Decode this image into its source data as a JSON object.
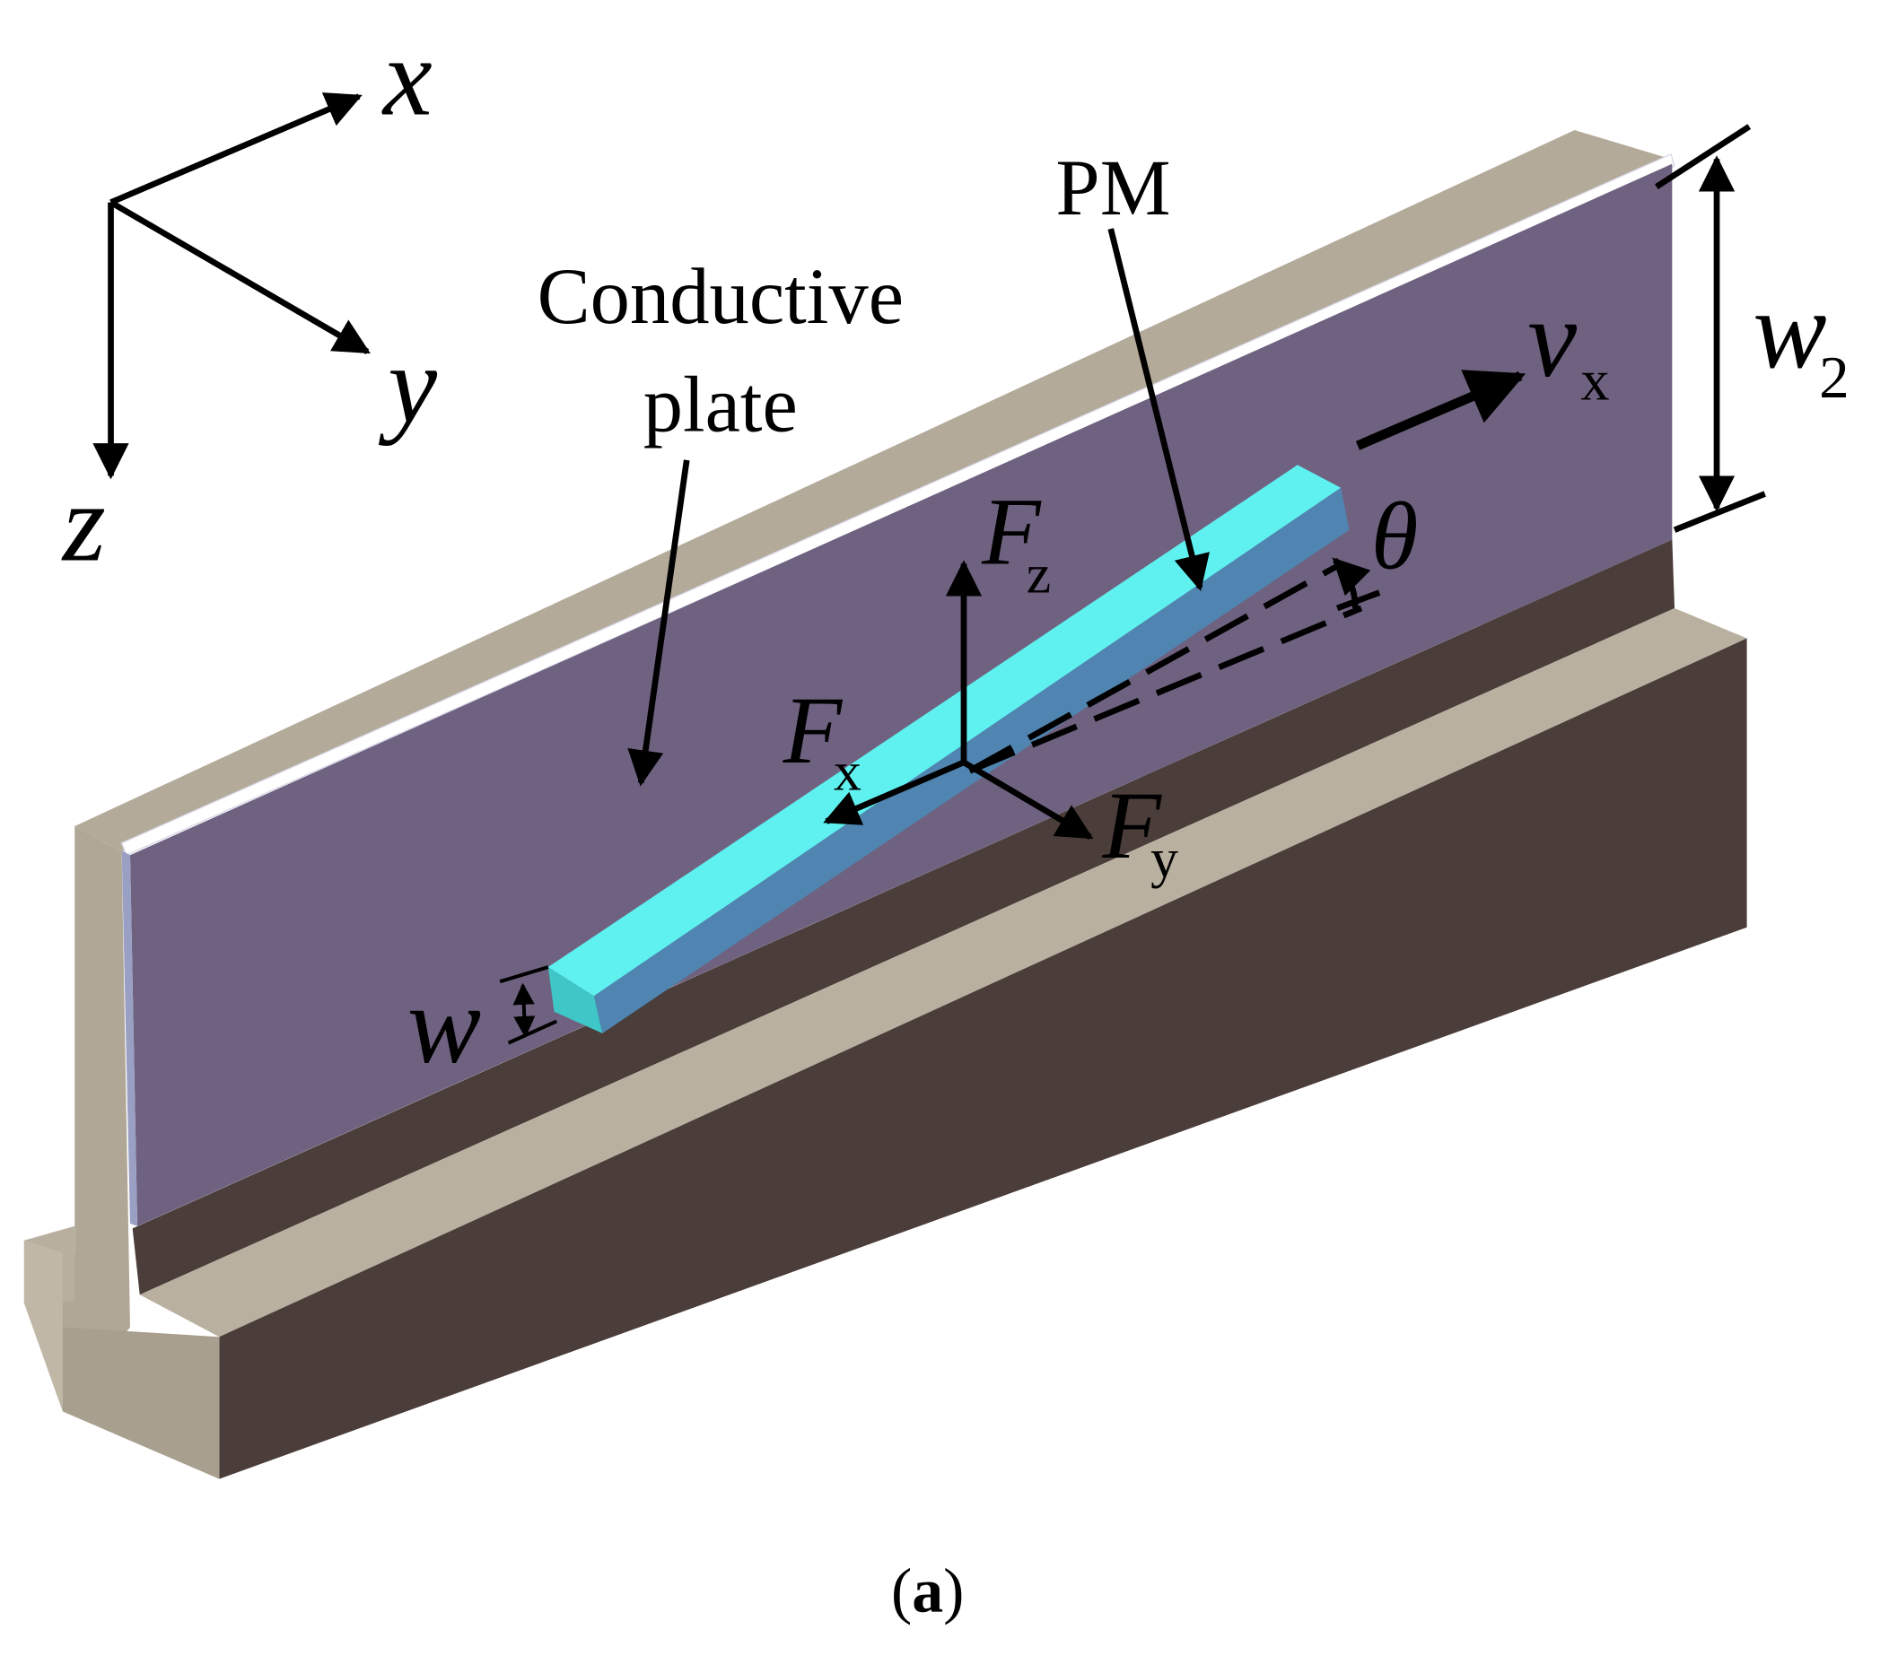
{
  "diagram": {
    "axes": {
      "x": "x",
      "y": "y",
      "z": "z"
    },
    "labels": {
      "conductive_line1": "Conductive",
      "conductive_line2": "plate",
      "pm": "PM",
      "velocity": "v",
      "velocity_sub": "x",
      "plate_width": "w",
      "plate_width_sub": "2",
      "angle": "θ",
      "magnet_width": "w",
      "force_z": "F",
      "force_z_sub": "z",
      "force_x": "F",
      "force_x_sub": "x",
      "force_y": "F",
      "force_y_sub": "y"
    },
    "caption": {
      "open": "(",
      "letter": "a",
      "close": ")"
    }
  },
  "colors": {
    "concrete": "#b3aa9a",
    "concrete_side": "#8c8272",
    "shadow": "#4a3d3a",
    "plate": "#6f6280",
    "magnet_top": "#5ff0f0",
    "magnet_front": "#4f85b0",
    "ink": "#000000"
  }
}
